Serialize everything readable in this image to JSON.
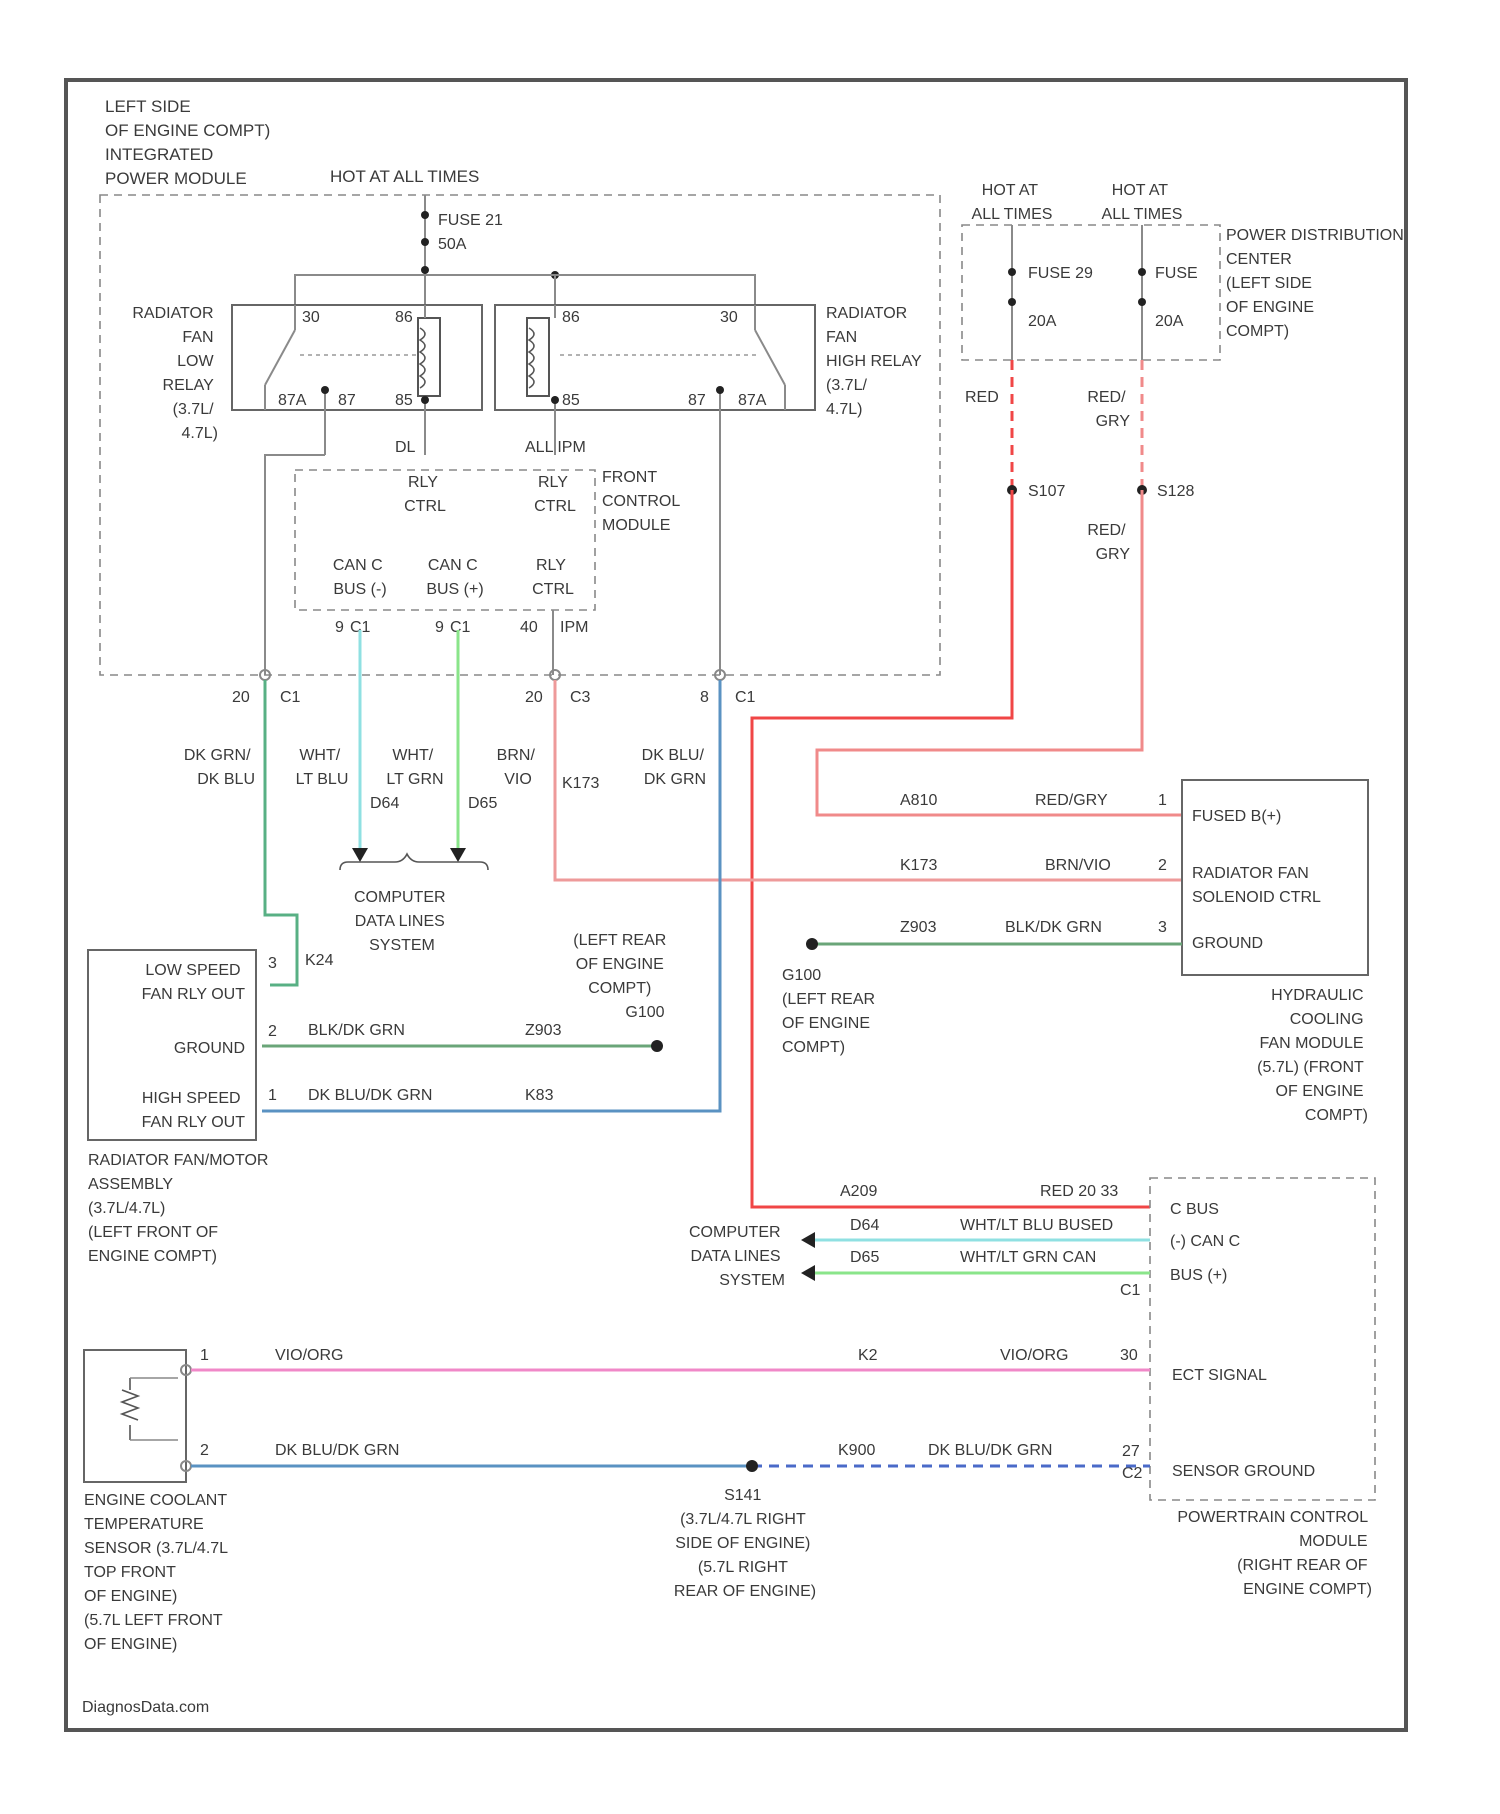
{
  "colors": {
    "red": "#f04646",
    "red_gry": "#f08a8a",
    "brn_vio": "#ee9a9a",
    "dk_grn_blu": "#58b084",
    "dk_blu_grn": "#5a92c2",
    "blk_grn": "#6aa578",
    "wht_lt_blu": "#8fe0e2",
    "wht_lt_grn": "#8ae58a",
    "vio_org": "#f088c8",
    "sensor_gnd_dash": "#4a6ac8"
  },
  "ipm": {
    "title": [
      "LEFT SIDE",
      "OF ENGINE COMPT)",
      "INTEGRATED",
      "POWER MODULE"
    ],
    "hot": "HOT AT ALL TIMES",
    "fuse": [
      "FUSE 21",
      "50A"
    ],
    "low_relay": {
      "label": [
        "RADIATOR",
        "FAN",
        "LOW",
        "RELAY",
        "(3.7L/",
        "4.7L)"
      ],
      "pins": [
        "30",
        "86",
        "87A",
        "87",
        "85"
      ]
    },
    "high_relay": {
      "label": [
        "RADIATOR",
        "FAN",
        "HIGH RELAY",
        "(3.7L/",
        "4.7L)"
      ],
      "pins": [
        "86",
        "30",
        "85",
        "87",
        "87A"
      ]
    },
    "wire_tags": [
      "DL",
      "ALL IPM"
    ],
    "fcm": {
      "title": [
        "FRONT",
        "CONTROL",
        "MODULE"
      ],
      "rly_ctrl": [
        "RLY",
        "CTRL"
      ],
      "can_l": [
        "CAN C",
        "BUS (-)"
      ],
      "can_h": [
        "CAN C",
        "BUS (+)"
      ]
    },
    "pins": [
      "9",
      "C1",
      "9",
      "C1",
      "40",
      "IPM",
      "20",
      "C1",
      "20",
      "C3",
      "8",
      "C1"
    ]
  },
  "pdc": {
    "hot1": [
      "HOT AT",
      "ALL TIMES"
    ],
    "hot2": [
      "HOT AT",
      "ALL TIMES"
    ],
    "fuse1": [
      "FUSE 29",
      "20A"
    ],
    "fuse2": [
      "FUSE",
      "20A"
    ],
    "title": [
      "POWER DISTRIBUTION",
      "CENTER",
      "(LEFT SIDE",
      "OF ENGINE",
      "COMPT)"
    ],
    "wire1": "RED",
    "wire2": [
      "RED/",
      "GRY"
    ],
    "splice1": "S107",
    "splice2": "S128",
    "wire2b": [
      "RED/",
      "GRY"
    ]
  },
  "mid_wires": {
    "w1": [
      "DK GRN/",
      "DK BLU"
    ],
    "w2": [
      "WHT/",
      "LT BLU"
    ],
    "w3": [
      "WHT/",
      "LT GRN"
    ],
    "w4": [
      "BRN/",
      "VIO"
    ],
    "w5": [
      "DK BLU/",
      "DK GRN"
    ],
    "c1": "D64",
    "c2": "D65",
    "k173": "K173",
    "cdl": [
      "COMPUTER",
      "DATA LINES",
      "SYSTEM"
    ]
  },
  "radiator_fan": {
    "pins": [
      "LOW SPEED",
      "FAN RLY OUT",
      "GROUND",
      "HIGH SPEED",
      "FAN RLY OUT"
    ],
    "pin_nums": [
      "3",
      "2",
      "1"
    ],
    "title": [
      "RADIATOR FAN/MOTOR",
      "ASSEMBLY",
      "(3.7L/4.7L)",
      "(LEFT FRONT OF",
      "ENGINE COMPT)"
    ],
    "w_low": "K24",
    "w_gnd": "BLK/DK GRN",
    "w_gnd_c": "Z903",
    "w_high": "DK BLU/DK GRN",
    "w_high_c": "K83",
    "g100": [
      "(LEFT REAR",
      "OF ENGINE",
      "COMPT)",
      "G100"
    ]
  },
  "hyd_module": {
    "pins": [
      "FUSED B(+)",
      "RADIATOR FAN",
      "SOLENOID CTRL",
      "GROUND"
    ],
    "pin_nums": [
      "1",
      "2",
      "3"
    ],
    "w1": [
      "A810",
      "RED/GRY"
    ],
    "w2": [
      "K173",
      "BRN/VIO"
    ],
    "w3": [
      "Z903",
      "BLK/DK GRN"
    ],
    "g100": [
      "G100",
      "(LEFT REAR",
      "OF ENGINE",
      "COMPT)"
    ],
    "title": [
      "HYDRAULIC",
      "COOLING",
      "FAN MODULE",
      "(5.7L) (FRONT",
      "OF ENGINE",
      "COMPT)"
    ]
  },
  "pcm": {
    "pins": [
      "C BUS",
      "(-) CAN C",
      "BUS (+)",
      "ECT SIGNAL",
      "SENSOR GROUND"
    ],
    "w_red": [
      "A209",
      "RED 20 33"
    ],
    "w_d64": [
      "D64",
      "WHT/LT BLU BUSED"
    ],
    "w_d65": [
      "D65",
      "WHT/LT GRN CAN"
    ],
    "cdl": [
      "COMPUTER",
      "DATA LINES",
      "SYSTEM"
    ],
    "c1": "C1",
    "title": [
      "POWERTRAIN CONTROL",
      "MODULE",
      "(RIGHT REAR OF",
      "ENGINE COMPT)"
    ],
    "ect_pin": "30",
    "gnd_pin": [
      "27",
      "C2"
    ]
  },
  "ect": {
    "w_sig": [
      "VIO/ORG",
      "K2",
      "VIO/ORG"
    ],
    "w_gnd": [
      "DK BLU/DK GRN",
      "K900",
      "DK BLU/DK GRN"
    ],
    "pin_nums": [
      "1",
      "2"
    ],
    "title": [
      "ENGINE COOLANT",
      "TEMPERATURE",
      "SENSOR (3.7L/4.7L",
      "TOP FRONT",
      "OF ENGINE)",
      "(5.7L LEFT FRONT",
      "OF ENGINE)"
    ],
    "s141": [
      "S141",
      "(3.7L/4.7L RIGHT",
      "SIDE OF ENGINE)",
      "(5.7L RIGHT",
      "REAR OF ENGINE)"
    ]
  },
  "footer": "DiagnosData.com"
}
